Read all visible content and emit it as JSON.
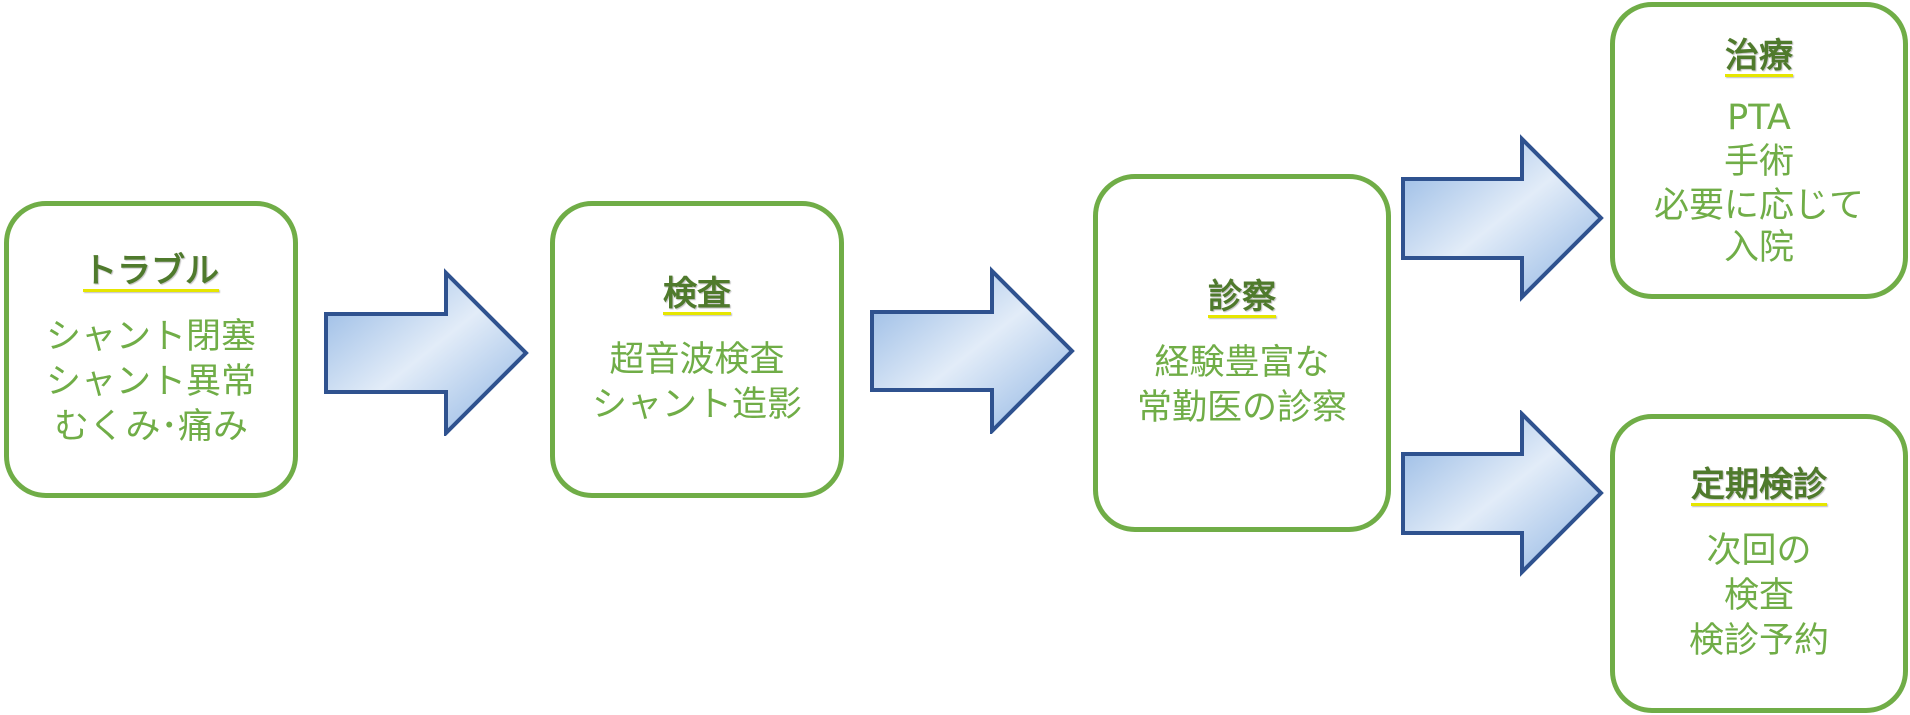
{
  "colors": {
    "box_border": "#70ad47",
    "box_text": "#70ad47",
    "title_text": "#4f7a2c",
    "title_underline": "#e6e600",
    "arrow_stroke": "#2f528f",
    "arrow_fill_light": "#e2ecf8",
    "arrow_fill_dark": "#8db3e2"
  },
  "boxes": {
    "trouble": {
      "title": "トラブル",
      "lines": [
        "シャント閉塞",
        "シャント異常",
        "むくみ･痛み"
      ]
    },
    "exam": {
      "title": "検査",
      "lines": [
        "超音波検査",
        "シャント造影"
      ]
    },
    "consult": {
      "title": "診察",
      "lines": [
        "経験豊富な",
        "常勤医の診察"
      ]
    },
    "treatment": {
      "title": "治療",
      "lines": [
        "PTA",
        "手術",
        "必要に応じて",
        "入院"
      ]
    },
    "checkup": {
      "title": "定期検診",
      "lines": [
        "次回の",
        "検査",
        "検診予約"
      ]
    }
  }
}
